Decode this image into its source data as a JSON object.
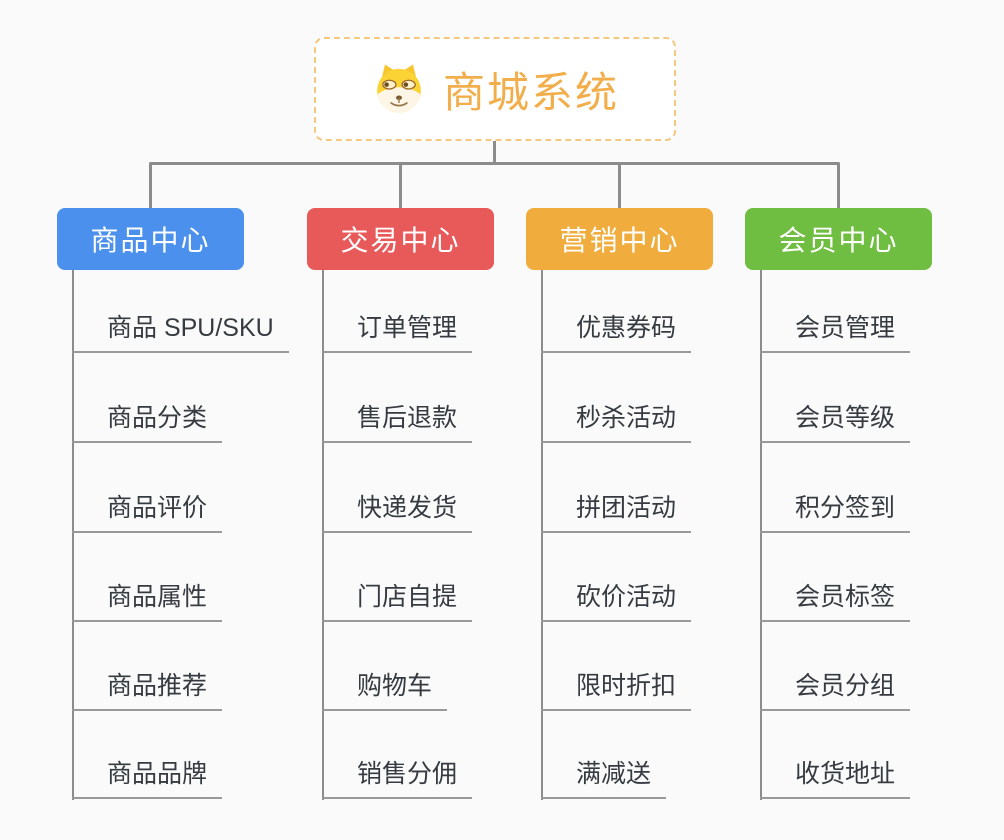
{
  "root": {
    "label": "商城系统",
    "icon": "doge-face-icon",
    "text_color": "#F2AE4A",
    "border_color": "#F6C87F"
  },
  "branches": [
    {
      "label": "商品中心",
      "color": "#4A90EC",
      "children": [
        "商品 SPU/SKU",
        "商品分类",
        "商品评价",
        "商品属性",
        "商品推荐",
        "商品品牌"
      ]
    },
    {
      "label": "交易中心",
      "color": "#E85A5A",
      "children": [
        "订单管理",
        "售后退款",
        "快递发货",
        "门店自提",
        "购物车",
        "销售分佣"
      ]
    },
    {
      "label": "营销中心",
      "color": "#F0AC3D",
      "children": [
        "优惠券码",
        "秒杀活动",
        "拼团活动",
        "砍价活动",
        "限时折扣",
        "满减送"
      ]
    },
    {
      "label": "会员中心",
      "color": "#6FBE41",
      "children": [
        "会员管理",
        "会员等级",
        "积分签到",
        "会员标签",
        "会员分组",
        "收货地址"
      ]
    }
  ],
  "colors": {
    "connector": "#8C8C8C",
    "child_underline": "#999999",
    "child_text": "#363B42",
    "canvas_background": "#FAFAFA"
  }
}
